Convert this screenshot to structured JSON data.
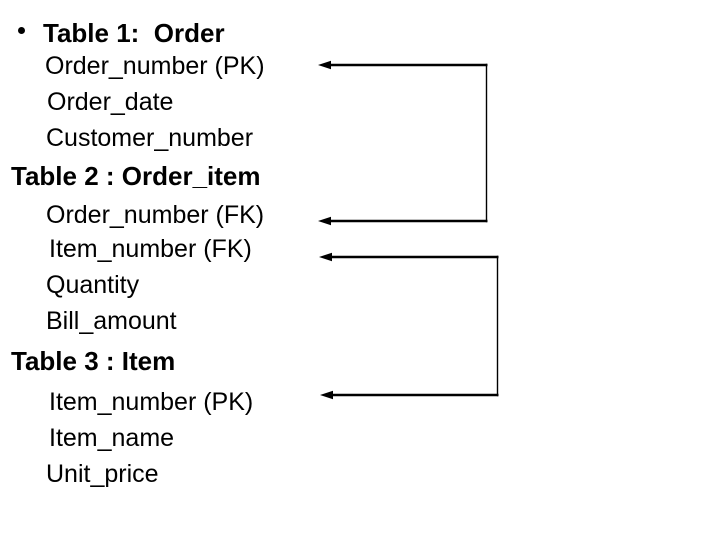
{
  "slide": {
    "background_color": "#ffffff",
    "text_color": "#000000",
    "bullet_icon": "round-black-dot",
    "lines": [
      {
        "name": "table-1-header",
        "text": "Table 1:  Order",
        "bold": true,
        "bullet": true
      },
      {
        "name": "order-number-pk",
        "text": "Order_number (PK)",
        "bold": false
      },
      {
        "name": "order-date",
        "text": "Order_date",
        "bold": false
      },
      {
        "name": "customer-number",
        "text": "Customer_number",
        "bold": false
      },
      {
        "name": "table-2-header",
        "text": "Table 2 : Order_item",
        "bold": true
      },
      {
        "name": "order-number-fk",
        "text": "Order_number (FK)",
        "bold": false
      },
      {
        "name": "item-number-fk",
        "text": "Item_number (FK)",
        "bold": false
      },
      {
        "name": "quantity",
        "text": "Quantity",
        "bold": false
      },
      {
        "name": "bill-amount",
        "text": "Bill_amount",
        "bold": false
      },
      {
        "name": "table-3-header",
        "text": "Table 3 : Item",
        "bold": true
      },
      {
        "name": "item-number-pk",
        "text": "Item_number (PK)",
        "bold": false
      },
      {
        "name": "item-name",
        "text": "Item_name",
        "bold": false
      },
      {
        "name": "unit-price",
        "text": "Unit_price",
        "bold": false
      }
    ],
    "connectors": [
      {
        "name": "order-number-link",
        "endpoint_a": "Order_number (PK)",
        "endpoint_b": "Order_number (FK)",
        "shape": "right-elbow-bracket",
        "arrowheads": "left-pointing-at-both-ends",
        "color": "#000000"
      },
      {
        "name": "item-number-link",
        "endpoint_a": "Item_number (FK)",
        "endpoint_b": "Item_number (PK)",
        "shape": "right-elbow-bracket",
        "arrowheads": "left-pointing-at-both-ends",
        "color": "#000000"
      }
    ]
  }
}
